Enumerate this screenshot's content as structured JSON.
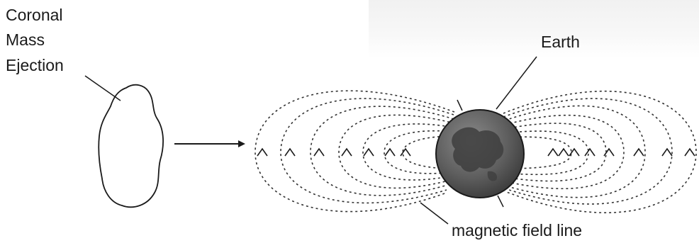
{
  "labels": {
    "cme_line1": "Coronal",
    "cme_line2": "Mass",
    "cme_line3": "Ejection",
    "earth": "Earth",
    "magnetic_field": "magnetic field line"
  },
  "colors": {
    "line": "#1a1a1a",
    "dashed": "#333333",
    "earth_fill": "#6a6a6a",
    "earth_land": "#3e3e3e"
  }
}
